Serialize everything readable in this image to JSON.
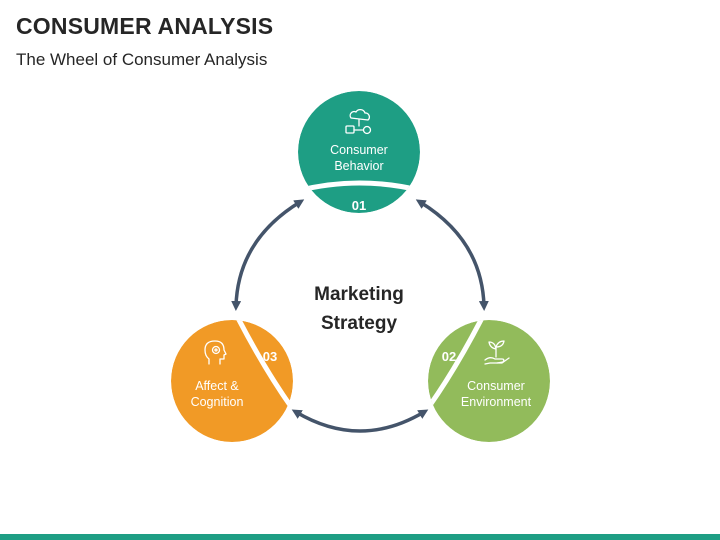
{
  "header": {
    "title": "CONSUMER ANALYSIS",
    "subtitle": "The Wheel of Consumer Analysis"
  },
  "center": {
    "line1": "Marketing",
    "line2": "Strategy"
  },
  "nodes": [
    {
      "number": "01",
      "label_line1": "Consumer",
      "label_line2": "Behavior",
      "color": "#1e9e84",
      "icon": "cloud-gear-icon"
    },
    {
      "number": "02",
      "label_line1": "Consumer",
      "label_line2": "Environment",
      "color": "#92bb5b",
      "icon": "hand-plant-icon"
    },
    {
      "number": "03",
      "label_line1": "Affect &",
      "label_line2": "Cognition",
      "color": "#f19a26",
      "icon": "head-gear-icon"
    }
  ],
  "colors": {
    "arrow": "#44546a",
    "text": "#262626",
    "footer": "#1e9e84"
  }
}
